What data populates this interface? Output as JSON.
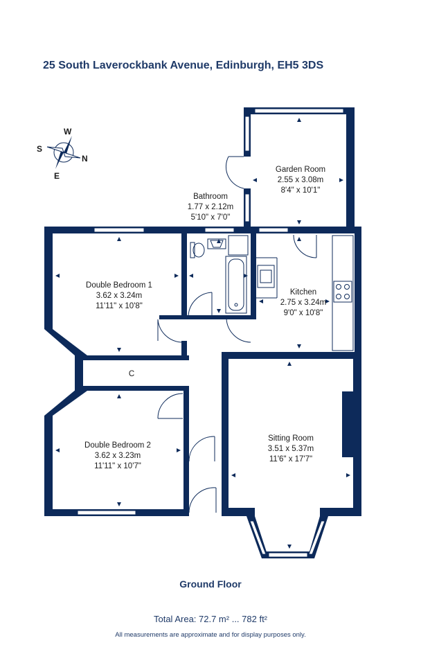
{
  "address": "25 South Laverockbank Avenue, Edinburgh, EH5 3DS",
  "compass": {
    "w": "W",
    "s": "S",
    "n": "N",
    "e": "E"
  },
  "rooms": {
    "garden_room": {
      "name": "Garden Room",
      "metric": "2.55 x 3.08m",
      "imperial": "8'4\" x 10'1\""
    },
    "bathroom": {
      "name": "Bathroom",
      "metric": "1.77 x 2.12m",
      "imperial": "5'10\" x 7'0\""
    },
    "bedroom1": {
      "name": "Double Bedroom 1",
      "metric": "3.62 x 3.24m",
      "imperial": "11'11\" x 10'8\""
    },
    "kitchen": {
      "name": "Kitchen",
      "metric": "2.75 x 3.24m",
      "imperial": "9'0\" x 10'8\""
    },
    "cupboard": {
      "name": "C"
    },
    "bedroom2": {
      "name": "Double Bedroom 2",
      "metric": "3.62 x 3.23m",
      "imperial": "11'11\" x 10'7\""
    },
    "sitting_room": {
      "name": "Sitting Room",
      "metric": "3.51 x 5.37m",
      "imperial": "11'6\" x 17'7\""
    }
  },
  "floor_label": "Ground Floor",
  "total_area": "Total Area: 72.7 m² ... 782 ft²",
  "disclaimer": "All measurements are approximate and for display purposes only.",
  "colors": {
    "wall": "#0d2a5a",
    "text": "#1f3a68",
    "window": "#ffffff"
  }
}
